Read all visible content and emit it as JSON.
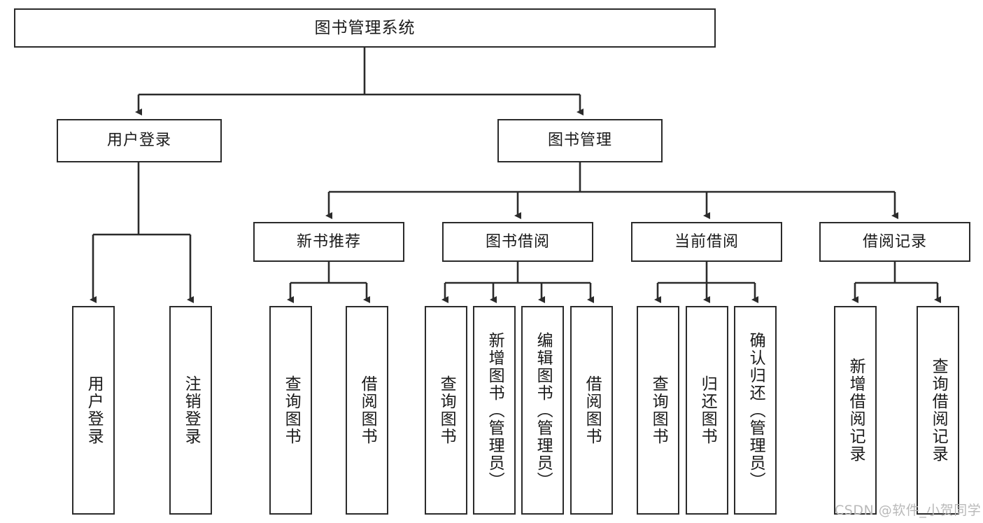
{
  "diagram": {
    "title": "图书管理系统",
    "type": "tree-structure-chart",
    "levels": {
      "root": {
        "label": "图书管理系统"
      },
      "level2": [
        {
          "label": "用户登录"
        },
        {
          "label": "图书管理"
        }
      ],
      "level3": [
        {
          "label": "新书推荐"
        },
        {
          "label": "图书借阅"
        },
        {
          "label": "当前借阅"
        },
        {
          "label": "借阅记录"
        }
      ],
      "leaves": [
        {
          "label": "用户登录"
        },
        {
          "label": "注销登录"
        },
        {
          "label": "查询图书"
        },
        {
          "label": "借阅图书"
        },
        {
          "label": "查询图书"
        },
        {
          "label": "新增图书（管理员）"
        },
        {
          "label": "编辑图书（管理员）"
        },
        {
          "label": "借阅图书"
        },
        {
          "label": "查询图书"
        },
        {
          "label": "归还图书"
        },
        {
          "label": "确认归还（管理员）"
        },
        {
          "label": "新增借阅记录"
        },
        {
          "label": "查询借阅记录"
        }
      ]
    },
    "colors": {
      "stroke": "#2b2b2b",
      "fill": "#ffffff",
      "text": "#1a1a1a",
      "watermark": "#b9b9b9"
    }
  },
  "watermark": {
    "text": "CSDN @软件_小贺同学"
  }
}
